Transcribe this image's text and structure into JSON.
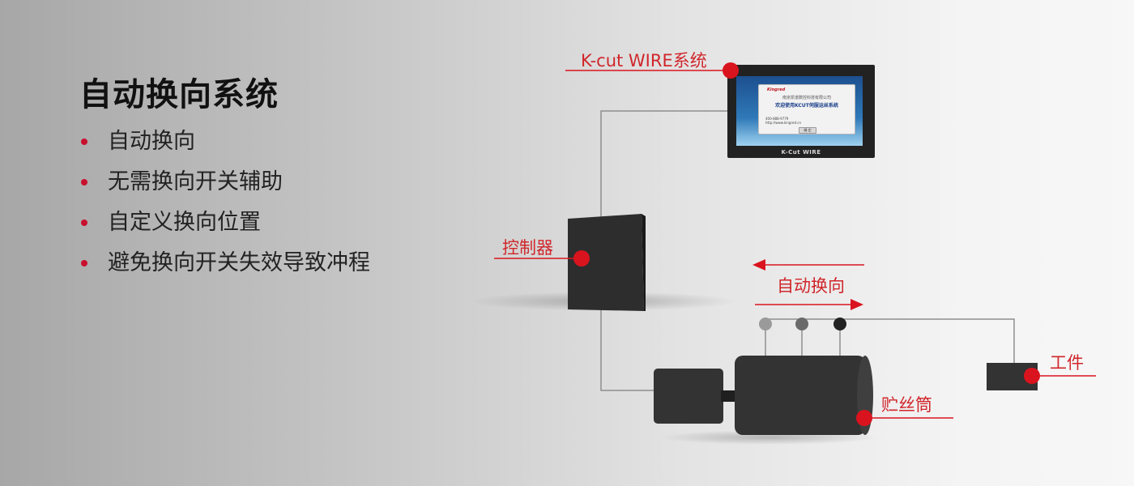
{
  "title": "自动换向系统",
  "bullets": [
    "自动换向",
    "无需换向开关辅助",
    "自定义换向位置",
    "避免换向开关失效导致冲程"
  ],
  "diagram": {
    "labels": {
      "monitor": "K-cut WIRE系统",
      "controller": "控制器",
      "direction": "自动换向",
      "workpiece": "工件",
      "drum": "贮丝筒"
    },
    "screen": {
      "logo": "Kingred",
      "company": "南京凯谱数控科技有限公司",
      "welcome": "欢迎使用KCUT伺服运丝系统",
      "phone": "400-888-9779",
      "website": "http://www.kingred.cn",
      "button": "确 定",
      "brand": "K-Cut WIRE"
    },
    "accent_color": "#d9141e"
  }
}
